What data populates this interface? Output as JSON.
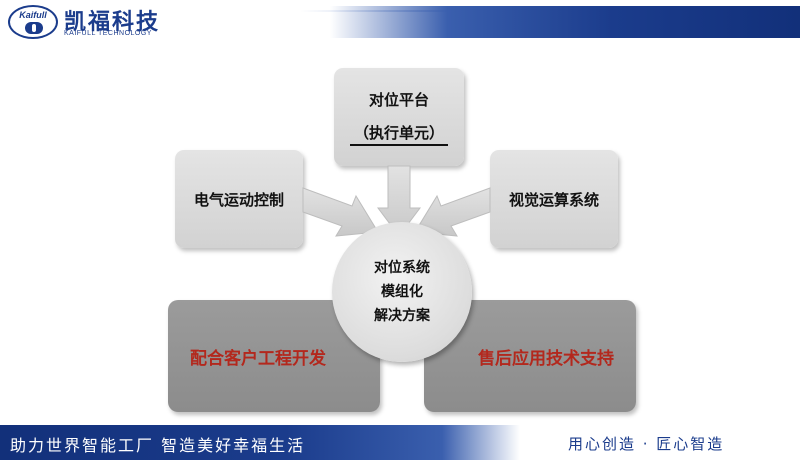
{
  "header": {
    "logo_text": "Kaifull",
    "brand_name": "凯福科技",
    "brand_subtitle": "KAIFULL TECHNOLOGY"
  },
  "diagram": {
    "top_box": {
      "line1": "对位平台",
      "line2": "（执行单元）"
    },
    "left_box": "电气运动控制",
    "right_box": "视觉运算系统",
    "center": {
      "line1": "对位系统",
      "line2": "模组化",
      "line3": "解决方案"
    },
    "bottom_left": "配合客户工程开发",
    "bottom_right": "售后应用技术支持"
  },
  "footer": {
    "slogan_left": "助力世界智能工厂  智造美好幸福生活",
    "slogan_right": "用心创造 · 匠心智造"
  },
  "colors": {
    "brand_blue": "#1b3c8c",
    "box_gray": "#d9d9d9",
    "lower_gray": "#939393",
    "accent_red": "#b3281d"
  }
}
